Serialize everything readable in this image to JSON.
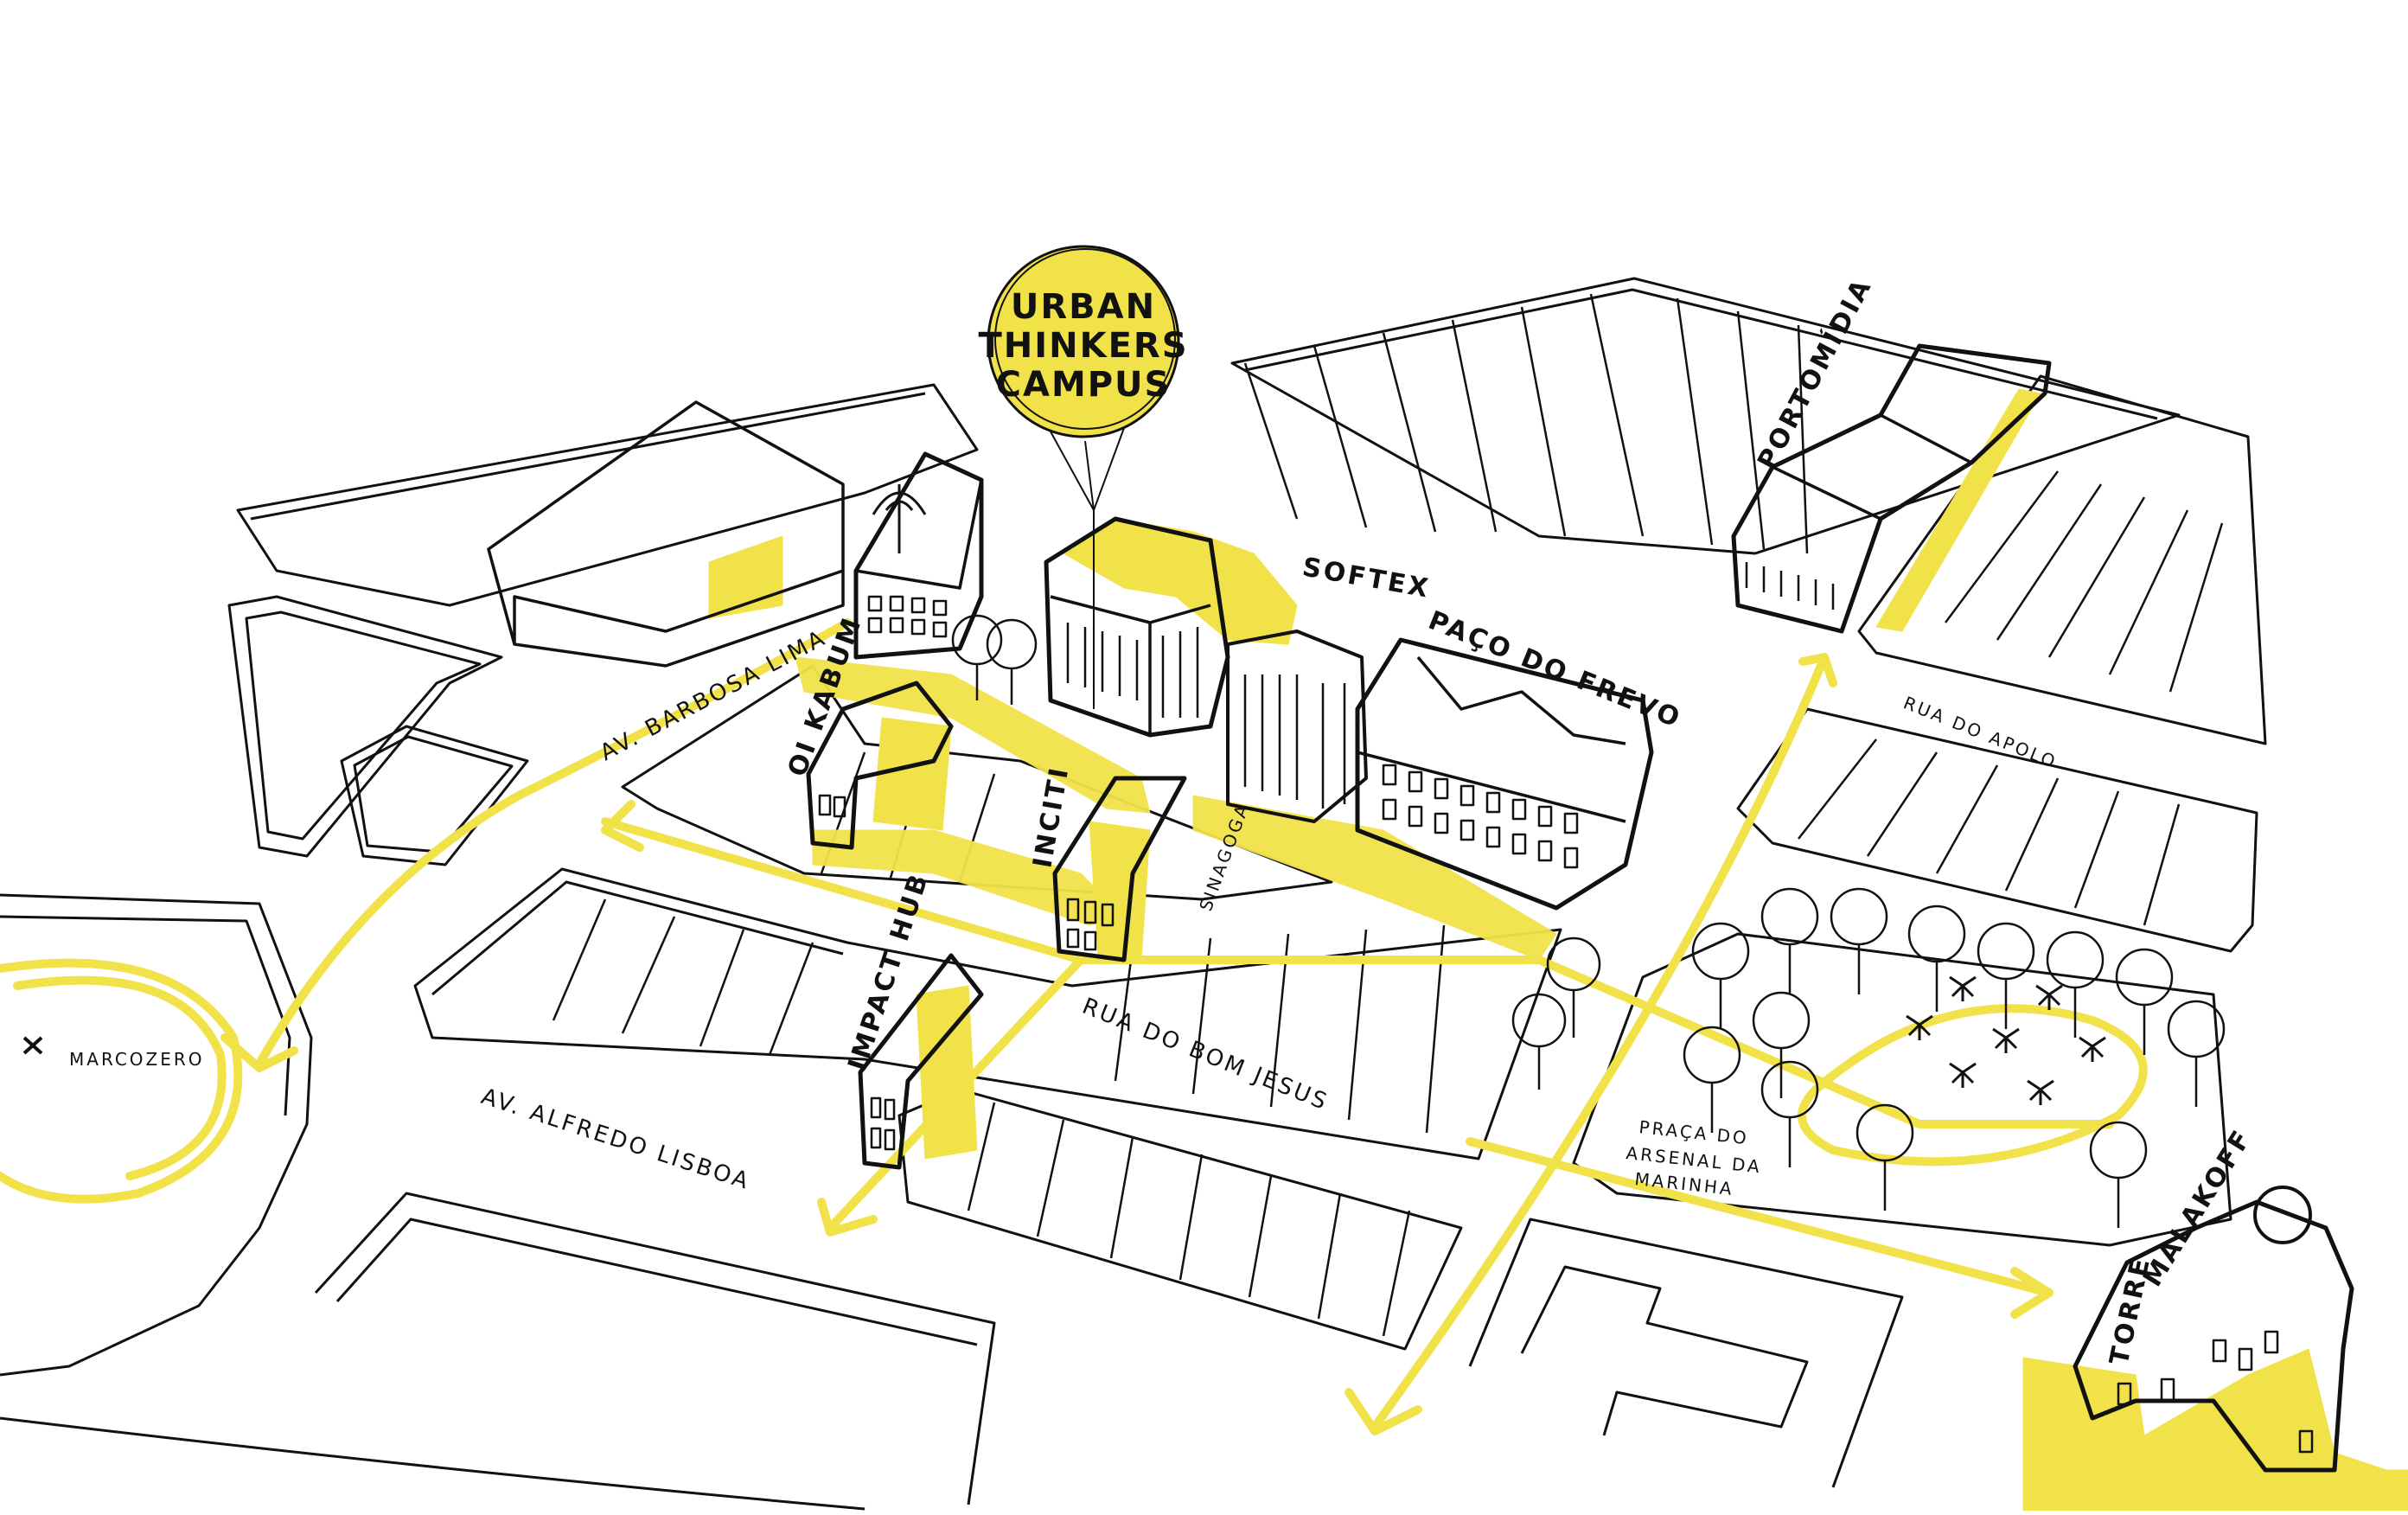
{
  "balloon": {
    "line1": "URBAN",
    "line2": "THINKERS",
    "line3": "CAMPUS"
  },
  "labels": {
    "softex": "SOFTEX",
    "paco_do_frevo": "PAÇO DO FREVO",
    "portomidia": "PORTOMÍDIA",
    "rua_do_apolo": "RUA DO APOLO",
    "av_barbosa_lima": "AV. BARBOSA LIMA",
    "oi_kabum": "OI KABUM",
    "inciti": "INCITI",
    "sinagoga": "SINAGOGA",
    "impact_hub": "IMPACT HUB",
    "rua_do_bom_jesus": "RUA DO BOM JESUS",
    "av_alfredo_lisboa": "AV. ALFREDO LISBOA",
    "marcozero": "MARCOZERO",
    "praca_line1": "PRAÇA DO",
    "praca_line2": "ARSENAL DA",
    "praca_line3": "MARINHA",
    "torre": "TORRE",
    "malakoff": "MALAKOFF"
  },
  "colors": {
    "ink": "#111111",
    "highlight": "#f2e24a"
  }
}
